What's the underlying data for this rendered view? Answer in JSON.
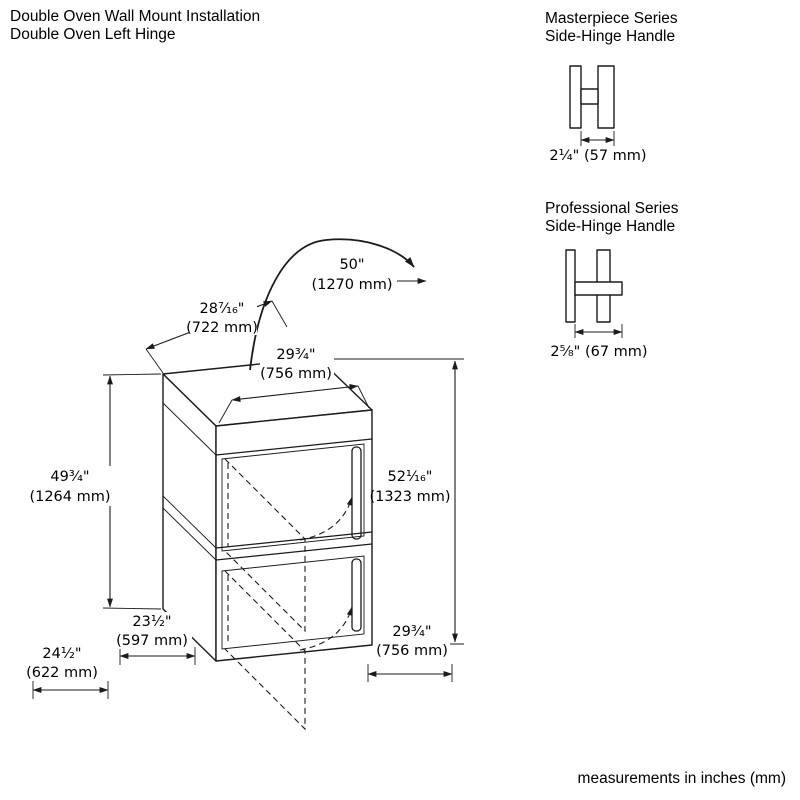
{
  "header": {
    "line1": "Double Oven Wall Mount Installation",
    "line2": "Double Oven Left Hinge"
  },
  "handles": {
    "masterpiece": {
      "title_line1": "Masterpiece Series",
      "title_line2": "Side-Hinge Handle",
      "dimension": "2¹⁄₄\" (57 mm)"
    },
    "professional": {
      "title_line1": "Professional Series",
      "title_line2": "Side-Hinge Handle",
      "dimension": "2⁵⁄₈\" (67 mm)"
    }
  },
  "diagram": {
    "cable_length": {
      "inches": "50\"",
      "mm": "(1270 mm)"
    },
    "top_depth": {
      "inches": "28⁷⁄₁₆\"",
      "mm": "(722 mm)"
    },
    "top_width": {
      "inches": "29³⁄₄\"",
      "mm": "(756 mm)"
    },
    "left_height": {
      "inches": "49³⁄₄\"",
      "mm": "(1264 mm)"
    },
    "right_height": {
      "inches": "52¹⁄₁₆\"",
      "mm": "(1323 mm)"
    },
    "bottom_depth_inner": {
      "inches": "23¹⁄₂\"",
      "mm": "(597 mm)"
    },
    "bottom_depth_outer": {
      "inches": "24¹⁄₂\"",
      "mm": "(622 mm)"
    },
    "bottom_width": {
      "inches": "29³⁄₄\"",
      "mm": "(756 mm)"
    }
  },
  "footer": {
    "note": "measurements in inches (mm)"
  }
}
